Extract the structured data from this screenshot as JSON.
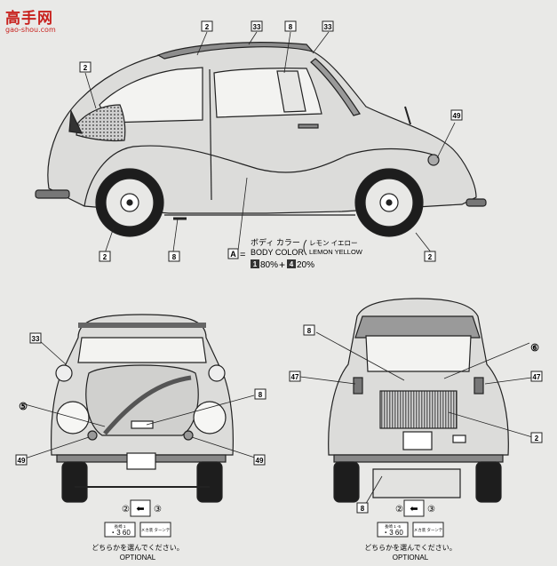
{
  "watermark": {
    "logo": "高手网",
    "url": "gao-shou.com"
  },
  "callouts": {
    "side_top_left": "2",
    "side_top_33a": "33",
    "side_top_8": "8",
    "side_top_33b": "33",
    "side_left_2": "2",
    "side_49": "49",
    "side_bottom_2a": "2",
    "side_bottom_8": "8",
    "side_bottom_2b": "2",
    "front_33": "33",
    "front_5": "⑤",
    "front_8": "8",
    "front_49a": "49",
    "front_49b": "49",
    "rear_8": "8",
    "rear_6": "⑥",
    "rear_47a": "47",
    "rear_47b": "47",
    "rear_2": "2",
    "rear_8b": "8"
  },
  "color_note": {
    "code": "A",
    "eq": "=",
    "name_jp": "ボディ カラー",
    "name_en": "BODY COLOR",
    "mix_jp": "レモン イエロー",
    "mix_en": "LEMON YELLOW",
    "part1_code": "1",
    "part1_pct": "80%",
    "plus": "+",
    "part2_code": "4",
    "part2_pct": "20%"
  },
  "front_plate": {
    "circle_left": "②",
    "circle_right": "③",
    "plate_top": "長崎 1",
    "plate_main": "・3 60",
    "badge": "メカ装 ターンテ",
    "note_jp": "どちらかを選んでください。",
    "note_en": "OPTIONAL"
  },
  "rear_plate": {
    "circle_left": "②",
    "circle_right": "③",
    "plate_top": "長崎 1 -5",
    "plate_main": "・3 60",
    "badge": "メカ装 ターンテ",
    "note_jp": "どちらかを選んでください。",
    "note_en": "OPTIONAL"
  }
}
